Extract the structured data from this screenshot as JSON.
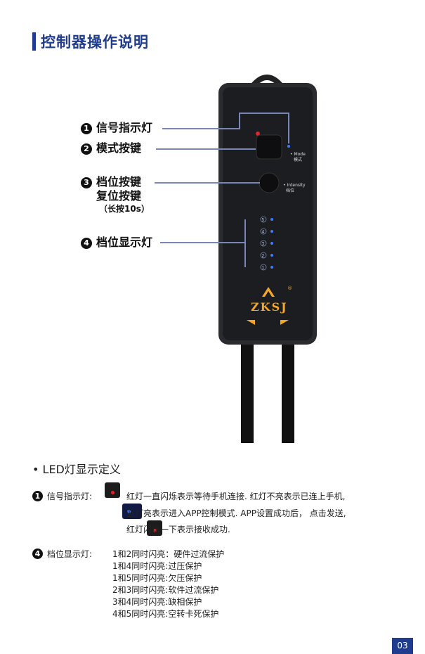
{
  "title": "控制器操作说明",
  "callouts": [
    {
      "num": "1",
      "label": "信号指示灯"
    },
    {
      "num": "2",
      "label": "模式按键"
    },
    {
      "num": "3",
      "label": "档位按键",
      "label2": "复位按键",
      "label3": "（长按10s）"
    },
    {
      "num": "4",
      "label": "档位显示灯"
    }
  ],
  "device": {
    "mode_label": "• Mode",
    "mode_label_cn": "模式",
    "intensity_label": "• Intensity",
    "intensity_label_cn": "档位",
    "led_numbers": [
      "5",
      "4",
      "3",
      "2",
      "1"
    ],
    "brand": "ZKSJ",
    "registered": "®"
  },
  "section_title": "• LED灯显示定义",
  "signal": {
    "num": "1",
    "label": "信号指示灯:",
    "lines": [
      "红灯一直闪烁表示等待手机连接. 红灯不亮表示已连上手机,",
      "蓝灯亮表示进入APP控制模式. APP设置成功后， 点击发送,",
      "红灯闪烁一下表示接收成功."
    ]
  },
  "gear": {
    "num": "4",
    "label": "档位显示灯:",
    "lines": [
      "1和2同时闪亮：硬件过流保护",
      "1和4同时闪亮:过压保护",
      "1和5同时闪亮:欠压保护",
      "2和3同时闪亮:软件过流保护",
      "3和4同时闪亮:缺相保护",
      "4和5同时闪亮:空转卡死保护"
    ]
  },
  "page_number": "03",
  "colors": {
    "accent": "#1f3d8c",
    "callout_line": "#7a86b8",
    "led_blue": "#3c7dff",
    "signal_red": "#e0242a",
    "logo_orange": "#f5a623"
  }
}
